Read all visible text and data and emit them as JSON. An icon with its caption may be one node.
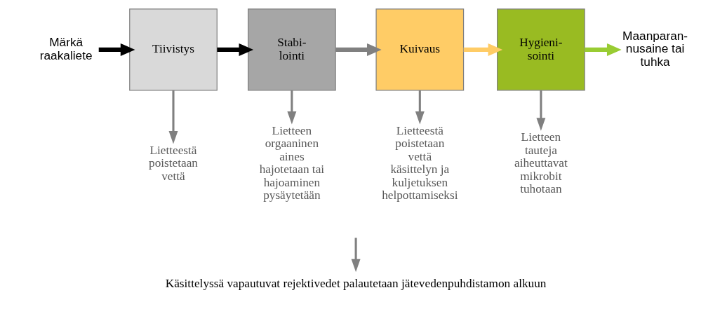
{
  "diagram": {
    "nodes": [
      {
        "text": [
          "Märkä raakaliete"
        ]
      },
      {
        "text": [
          "Tiivistys"
        ]
      },
      {
        "text": [
          "Stabi- lointi"
        ]
      },
      {
        "text": [
          "Kuivaus"
        ]
      },
      {
        "text": [
          "Hygieni- sointi"
        ]
      },
      {
        "text": [
          "Maanparan- nusaine tai tuhka"
        ]
      },
      {
        "text": [
          "Lietteestä poistetaan vettä"
        ]
      },
      {
        "text": [
          "Lietteen orgaaninen aines hajotetaan tai hajoaminen pysäytetään"
        ]
      },
      {
        "text": [
          "Lietteestä poistetaan vettä käsittelyn ja kuljetuksen helpottamiseksi"
        ]
      },
      {
        "text": [
          "Lietteen tauteja aiheuttavat mikrobit tuhotaan"
        ]
      },
      {
        "text": [
          "Käsittelyssä vapautuvat rejektivedet palautetaan jätevedenpuhdistamon alkuun"
        ]
      }
    ],
    "edges": [
      {
        "from": 0,
        "to": 1,
        "arrow": "to",
        "style": "thick",
        "color": "#000000"
      },
      {
        "from": 1,
        "to": 2,
        "arrow": "to",
        "style": "thick",
        "color": "#000000"
      },
      {
        "from": 2,
        "to": 3,
        "arrow": "to",
        "style": "thick"
      },
      {
        "from": 3,
        "to": 4,
        "arrow": "to",
        "style": "thick",
        "color": "#ffcc66"
      },
      {
        "from": 4,
        "to": 5,
        "arrow": "to",
        "style": "thick",
        "color": "#99cc33"
      },
      {
        "from": 1,
        "to": 6,
        "arrow": "to"
      },
      {
        "from": 2,
        "to": 7,
        "arrow": "to"
      },
      {
        "from": 3,
        "to": 8,
        "arrow": "to"
      },
      {
        "from": 4,
        "to": 9,
        "arrow": "to"
      },
      {
        "from": null,
        "to": 10,
        "arrow": "to"
      }
    ]
  }
}
